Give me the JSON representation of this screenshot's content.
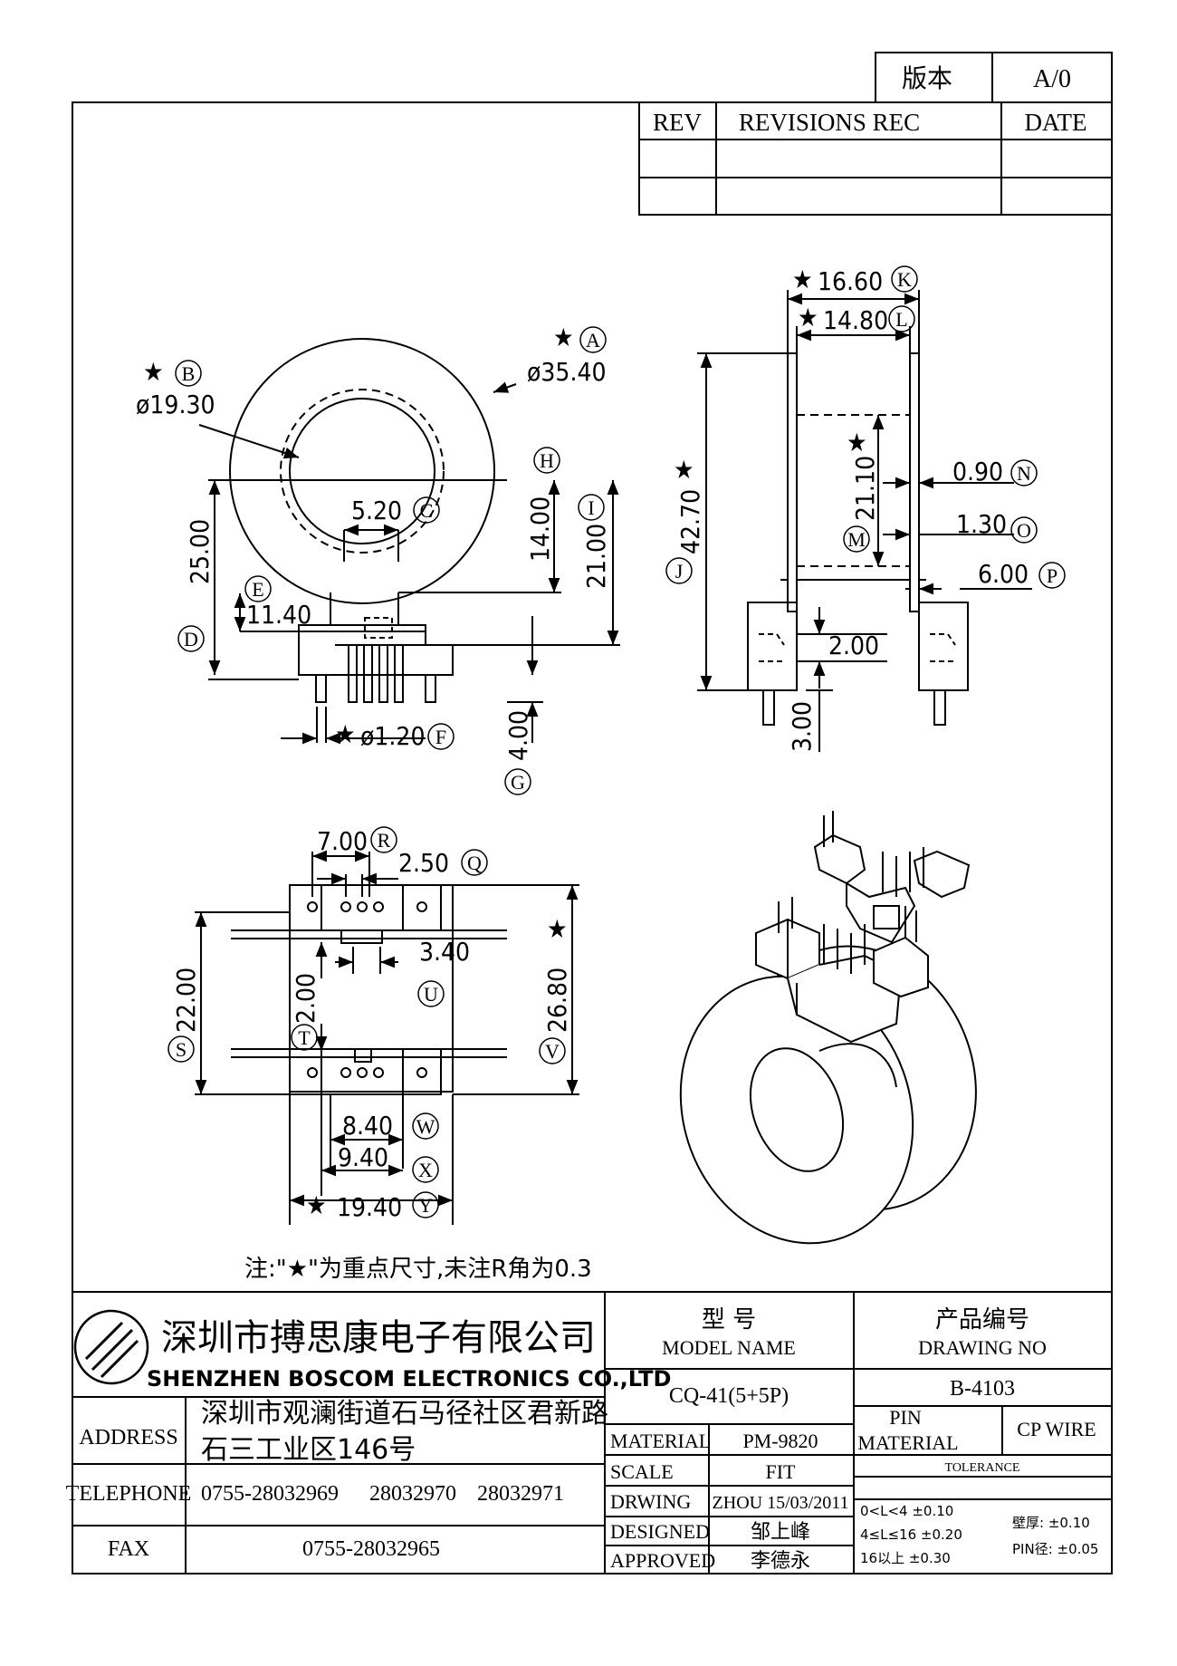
{
  "version_box": {
    "label": "版本",
    "value": "A/0"
  },
  "revision_table": {
    "rev_header": "REV",
    "rec_header": "REVISIONS REC",
    "date_header": "DATE"
  },
  "top_view": {
    "A": {
      "letter": "A",
      "value": "ø35.40"
    },
    "B": {
      "letter": "B",
      "value": "ø19.30"
    },
    "C": {
      "letter": "C",
      "value": "5.20"
    },
    "D": {
      "letter": "D",
      "value": "25.00"
    },
    "E": {
      "letter": "E",
      "value": "11.40"
    },
    "F": {
      "letter": "F",
      "value": "ø1.20"
    },
    "G": {
      "letter": "G",
      "value": "4.00"
    },
    "H": {
      "letter": "H",
      "value": ""
    },
    "I": {
      "letter": "I",
      "value": "21.00"
    },
    "dim_14": "14.00"
  },
  "side_view": {
    "J": {
      "letter": "J",
      "value": "42.70"
    },
    "K": {
      "letter": "K",
      "value": "16.60"
    },
    "L": {
      "letter": "L",
      "value": "14.80"
    },
    "M": {
      "letter": "M",
      "value": "21.10"
    },
    "N": {
      "letter": "N",
      "value": "0.90"
    },
    "O": {
      "letter": "O",
      "value": "1.30"
    },
    "P": {
      "letter": "P",
      "value": "6.00"
    },
    "dim_2": "2.00",
    "dim_3": "3.00"
  },
  "bottom_view": {
    "Q": {
      "letter": "Q",
      "value": "2.50"
    },
    "R": {
      "letter": "R",
      "value": "7.00"
    },
    "S": {
      "letter": "S",
      "value": "22.00"
    },
    "T": {
      "letter": "T",
      "value": "2.00"
    },
    "U": {
      "letter": "U",
      "value": "3.40"
    },
    "V": {
      "letter": "V",
      "value": "26.80"
    },
    "W": {
      "letter": "W",
      "value": "8.40"
    },
    "X": {
      "letter": "X",
      "value": "9.40"
    },
    "Y": {
      "letter": "Y",
      "value": "19.40"
    }
  },
  "star": "★",
  "note": "注:\"★\"为重点尺寸,未注R角为0.3",
  "title_block": {
    "company_cn": "深圳市搏思康电子有限公司",
    "company_en": "SHENZHEN  BOSCOM  ELECTRONICS  CO.,LTD",
    "model_label_cn": "型      号",
    "model_label_en": "MODEL NAME",
    "drawing_label_cn": "产品编号",
    "drawing_label_en": "DRAWING NO",
    "model_value": "CQ-41(5+5P)",
    "drawing_value": "B-4103",
    "address_label": "ADDRESS",
    "address_line1": "深圳市观澜街道石马径社区君新路",
    "address_line2": "石三工业区146号",
    "telephone_label": "TELEPHONE",
    "tel1": "0755-28032969",
    "tel2": "28032970",
    "tel3": "28032971",
    "fax_label": "FAX",
    "fax_value": "0755-28032965",
    "material_label": "MATERIAL",
    "material_value": "PM-9820",
    "scale_label": "SCALE",
    "scale_value": "FIT",
    "drawing_row_label": "DRWING",
    "drawing_row_value": "ZHOU 15/03/2011",
    "designed_label": "DESIGNED",
    "designed_value": "邹上峰",
    "approved_label": "APPROVED",
    "approved_value": "李德永",
    "pin_label": "PIN",
    "pin_material_label": "MATERIAL",
    "pin_material_value": "CP WIRE",
    "tolerance_label": "TOLERANCE",
    "tol_1": "0<L<4    ±0.10",
    "tol_2": "4≤L≤16  ±0.20",
    "tol_3": "16以上    ±0.30",
    "wall_label": "壁厚:  ±0.10",
    "pin_dia_label": "PIN径:  ±0.05"
  }
}
